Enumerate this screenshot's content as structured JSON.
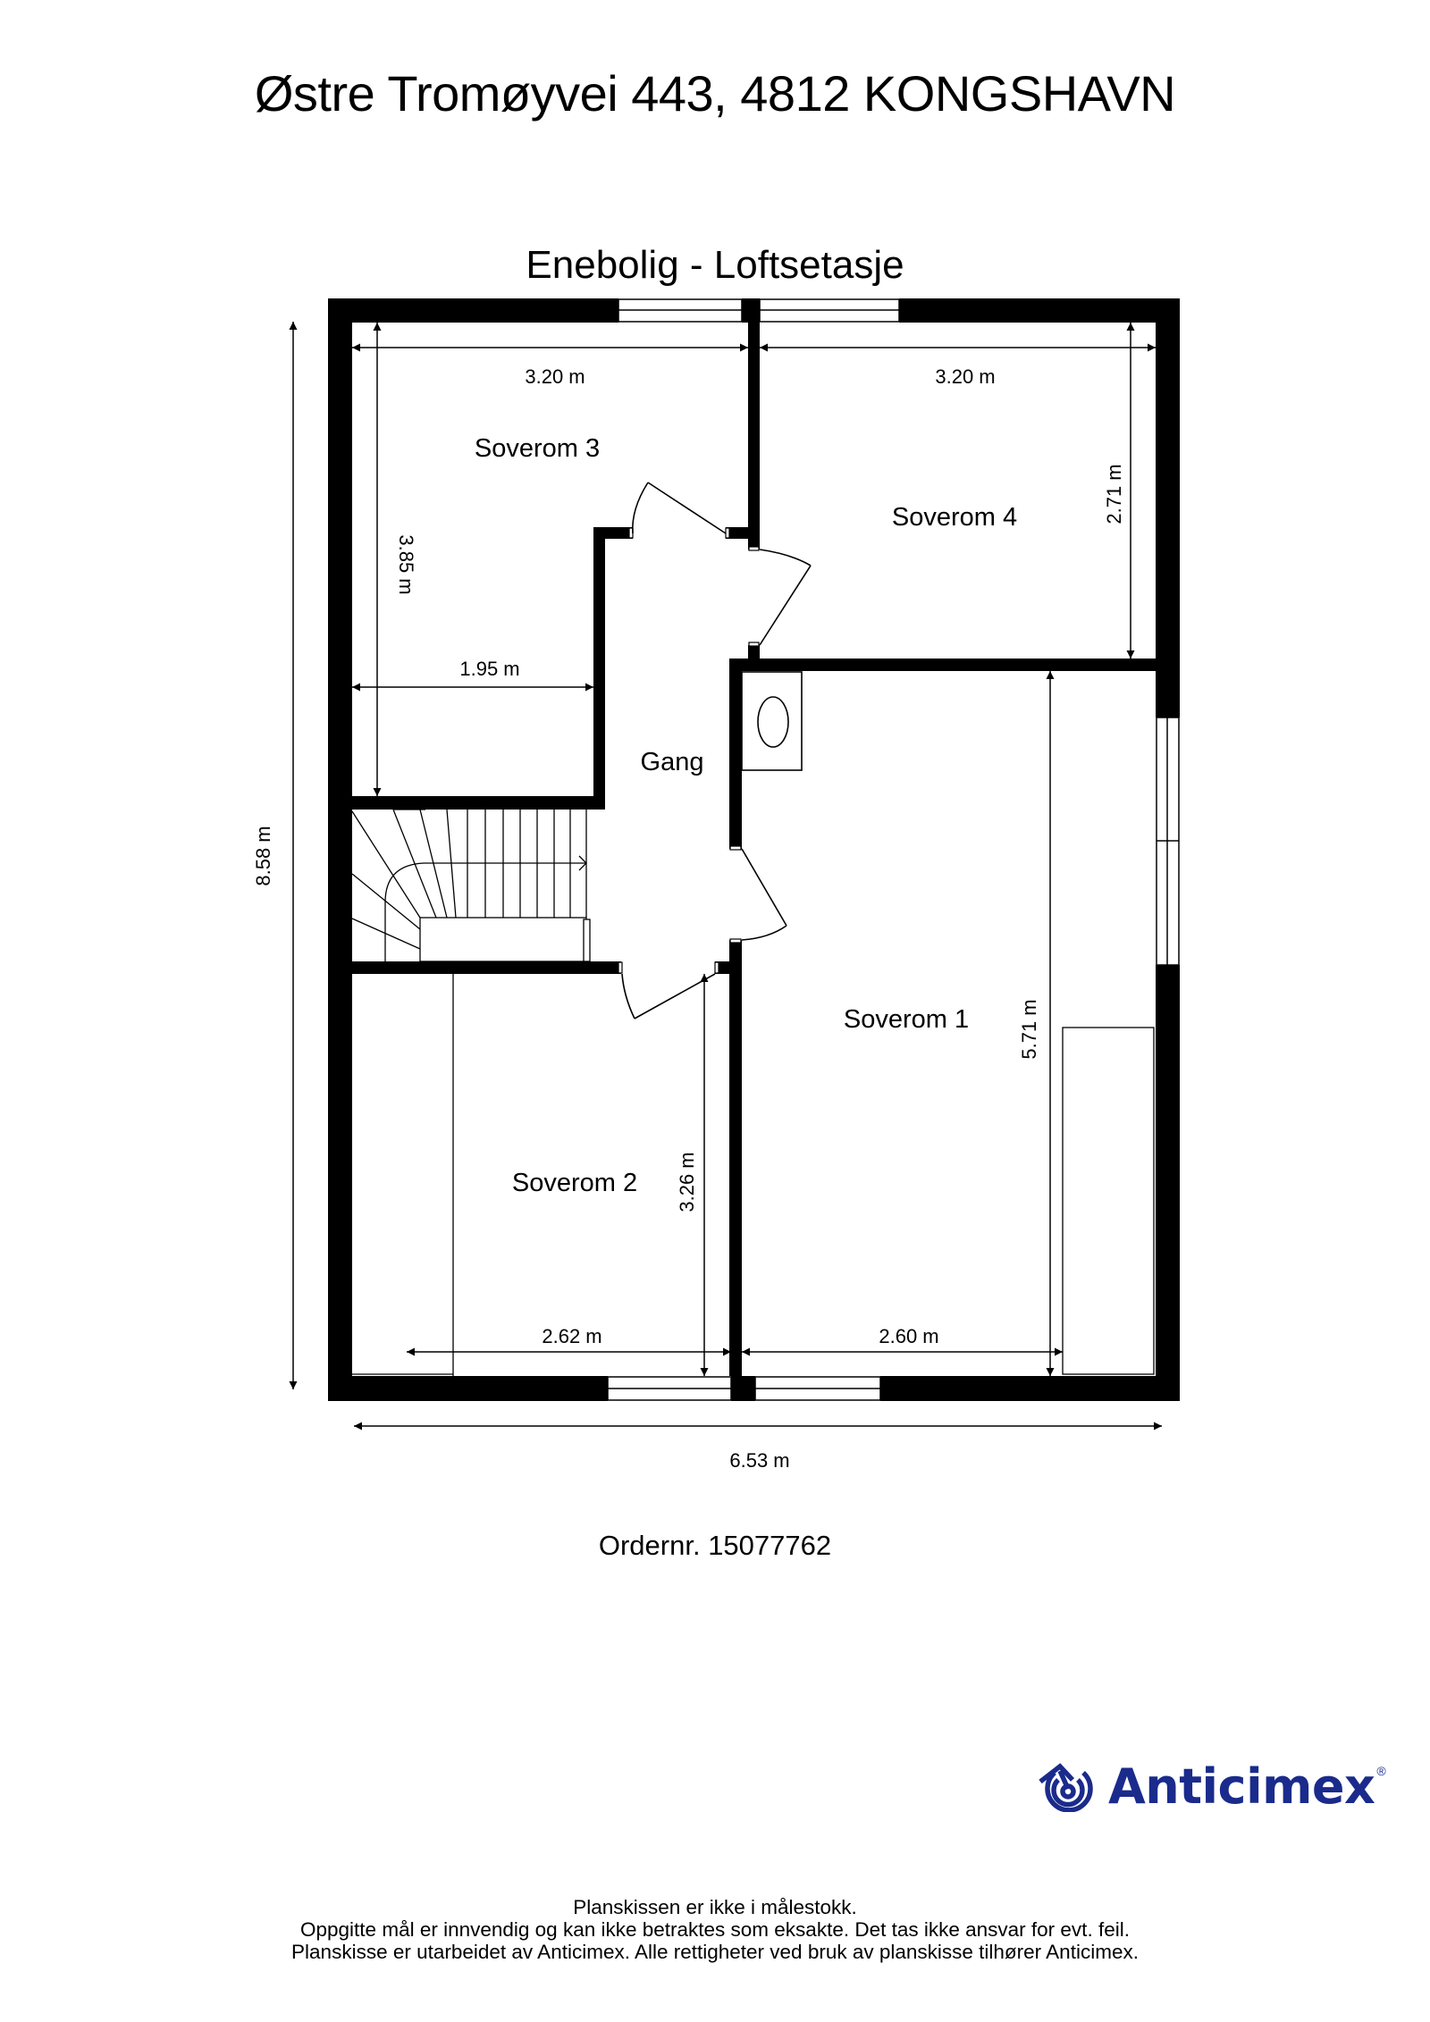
{
  "header": {
    "address": "Østre Tromøyvei 443, 4812 KONGSHAVN",
    "plan_title": "Enebolig  - Loftsetasje"
  },
  "rooms": [
    {
      "name": "Soverom 3"
    },
    {
      "name": "Soverom 4"
    },
    {
      "name": "Gang"
    },
    {
      "name": "Soverom 1"
    },
    {
      "name": "Soverom 2"
    }
  ],
  "dimensions": {
    "soverom3_width": "3.20 m",
    "soverom4_width": "3.20 m",
    "soverom3_height": "3.85 m",
    "soverom4_height": "2.71 m",
    "soverom3_inner_width": "1.95 m",
    "total_height": "8.58 m",
    "soverom1_height": "5.71 m",
    "soverom2_height": "3.26 m",
    "soverom2_width": "2.62 m",
    "soverom1_width": "2.60 m",
    "total_width": "6.53 m"
  },
  "order": {
    "label": "Ordernr. 15077762"
  },
  "brand": {
    "name": "Anticimex",
    "registered": "®",
    "color": "#1a2b8c"
  },
  "footer": {
    "line1": "Planskissen er ikke i målestokk.",
    "line2": "Oppgitte mål er innvendig og kan ikke betraktes som eksakte. Det tas ikke ansvar for evt. feil.",
    "line3": "Planskisse er utarbeidet av Anticimex. Alle rettigheter ved bruk av planskisse tilhører Anticimex."
  }
}
